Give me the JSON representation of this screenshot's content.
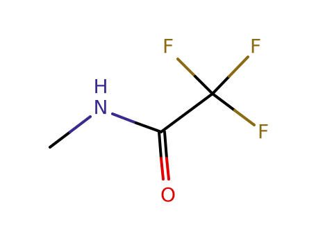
{
  "molecule": {
    "atoms": [
      {
        "id": "n",
        "label": "N",
        "color": "#3b2a8c"
      },
      {
        "id": "h",
        "label": "H",
        "color": "#3b2a8c"
      },
      {
        "id": "o",
        "label": "O",
        "color": "#e00000"
      },
      {
        "id": "f1",
        "label": "F",
        "color": "#8b6a14"
      },
      {
        "id": "f2",
        "label": "F",
        "color": "#8b6a14"
      },
      {
        "id": "f3",
        "label": "F",
        "color": "#8b6a14"
      }
    ],
    "colors": {
      "carbon_bond": "#000000",
      "nitrogen": "#3b2a8c",
      "oxygen": "#e00000",
      "fluorine": "#8b6a14"
    }
  }
}
